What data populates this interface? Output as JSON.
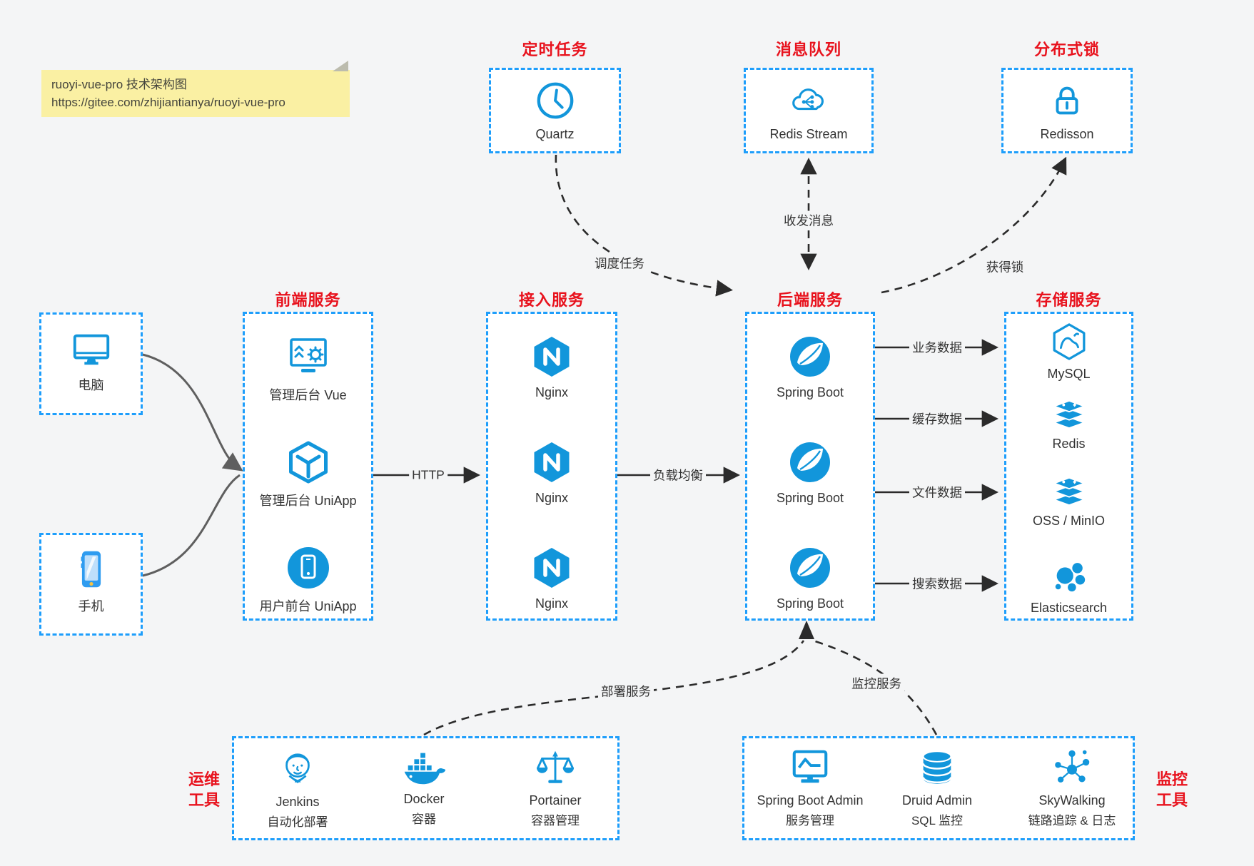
{
  "note": {
    "line1": "ruoyi-vue-pro 技术架构图",
    "line2": "https://gitee.com/zhijiantianya/ruoyi-vue-pro"
  },
  "top": {
    "scheduled": {
      "title": "定时任务",
      "label": "Quartz"
    },
    "mq": {
      "title": "消息队列",
      "label": "Redis Stream"
    },
    "lock": {
      "title": "分布式锁",
      "label": "Redisson"
    }
  },
  "clients": {
    "pc": "电脑",
    "mobile": "手机"
  },
  "frontend": {
    "title": "前端服务",
    "items": [
      "管理后台 Vue",
      "管理后台 UniApp",
      "用户前台 UniApp"
    ]
  },
  "gateway": {
    "title": "接入服务",
    "items": [
      "Nginx",
      "Nginx",
      "Nginx"
    ]
  },
  "backend": {
    "title": "后端服务",
    "items": [
      "Spring Boot",
      "Spring Boot",
      "Spring Boot"
    ]
  },
  "storage": {
    "title": "存储服务",
    "items": [
      "MySQL",
      "Redis",
      "OSS / MinIO",
      "Elasticsearch"
    ]
  },
  "ops": {
    "title_line1": "运维",
    "title_line2": "工具",
    "items": [
      {
        "name": "Jenkins",
        "desc": "自动化部署"
      },
      {
        "name": "Docker",
        "desc": "容器"
      },
      {
        "name": "Portainer",
        "desc": "容器管理"
      }
    ]
  },
  "monitoring": {
    "title_line1": "监控",
    "title_line2": "工具",
    "items": [
      {
        "name": "Spring Boot Admin",
        "desc": "服务管理"
      },
      {
        "name": "Druid Admin",
        "desc": "SQL 监控"
      },
      {
        "name": "SkyWalking",
        "desc": "链路追踪 & 日志"
      }
    ]
  },
  "edges": {
    "http": "HTTP",
    "lb": "负载均衡",
    "schedule": "调度任务",
    "message": "收发消息",
    "acquire_lock": "获得锁",
    "biz": "业务数据",
    "cache": "缓存数据",
    "file": "文件数据",
    "search": "搜索数据",
    "deploy": "部署服务",
    "monitor": "监控服务"
  },
  "colors": {
    "accent_blue": "#1296db",
    "border_blue": "#1e9efb",
    "title_red": "#e8121d",
    "arrow_dark": "#2b2b2b",
    "note_bg": "#faf0a3"
  }
}
